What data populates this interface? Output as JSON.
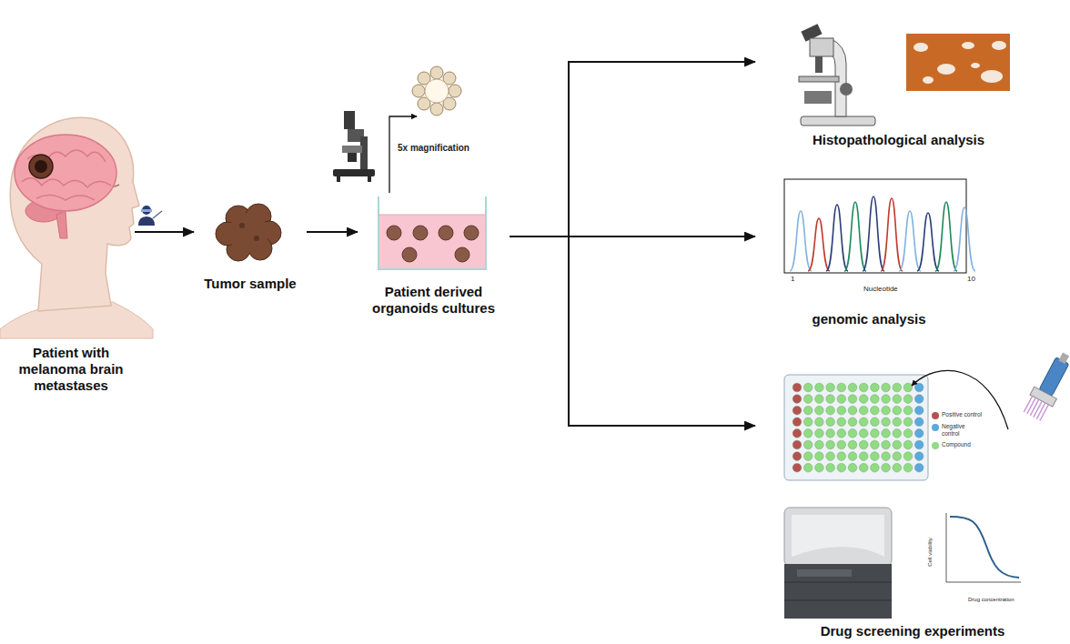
{
  "diagram": {
    "nodes": [
      {
        "text": [
          "Patient with melanoma brain metastases"
        ]
      },
      {
        "text": [
          "Tumor sample"
        ]
      },
      {
        "text": [
          "Patient derived organoids cultures"
        ]
      },
      {
        "text": [
          "Histopathological analysis"
        ]
      },
      {
        "text": [
          "genomic analysis"
        ]
      },
      {
        "text": [
          "Drug screening experiments"
        ]
      }
    ],
    "edges": [
      {
        "from": 0,
        "to": 1,
        "arrow": "to"
      },
      {
        "from": 1,
        "to": 2,
        "arrow": "to"
      },
      {
        "from": 2,
        "to": 3,
        "arrow": "to"
      },
      {
        "from": 2,
        "to": 4,
        "arrow": "to"
      },
      {
        "from": 2,
        "to": 5,
        "arrow": "to"
      }
    ],
    "labels": [
      "5x magnification",
      "Nucleotide",
      "1",
      "10",
      "Cell viability",
      "Drug concentration"
    ],
    "legend": [
      {
        "text": "Positive control",
        "color": "#b5524f"
      },
      {
        "text": "Negative control",
        "color": "#5aa9e0"
      },
      {
        "text": "Compound",
        "color": "#90dc82"
      }
    ]
  }
}
